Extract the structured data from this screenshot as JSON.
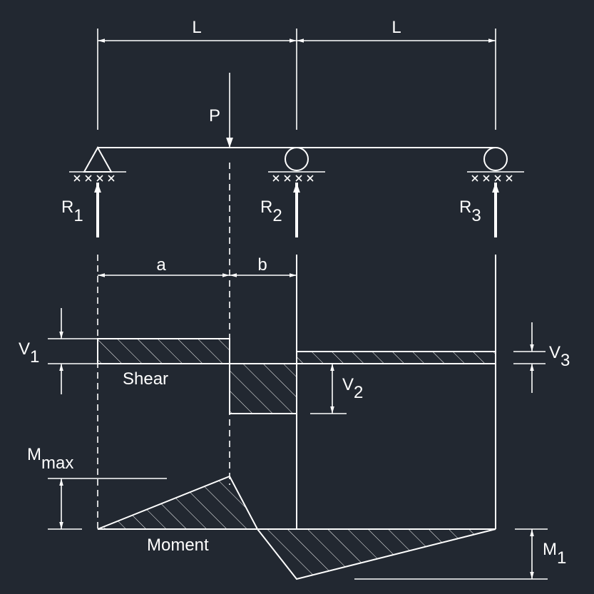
{
  "colors": {
    "background": "#222831",
    "ink": "#ffffff"
  },
  "labels": {
    "span_1": "L",
    "span_2": "L",
    "load": "P",
    "reaction_1": {
      "main": "R",
      "sub": "1"
    },
    "reaction_2": {
      "main": "R",
      "sub": "2"
    },
    "reaction_3": {
      "main": "R",
      "sub": "3"
    },
    "dim_a": "a",
    "dim_b": "b",
    "shear_1": {
      "main": "V",
      "sub": "1"
    },
    "shear_2": {
      "main": "V",
      "sub": "2"
    },
    "shear_3": {
      "main": "V",
      "sub": "3"
    },
    "shear_title": "Shear",
    "moment_max": {
      "main": "M",
      "sub": "max"
    },
    "moment_1": {
      "main": "M",
      "sub": "1"
    },
    "moment_title": "Moment"
  }
}
